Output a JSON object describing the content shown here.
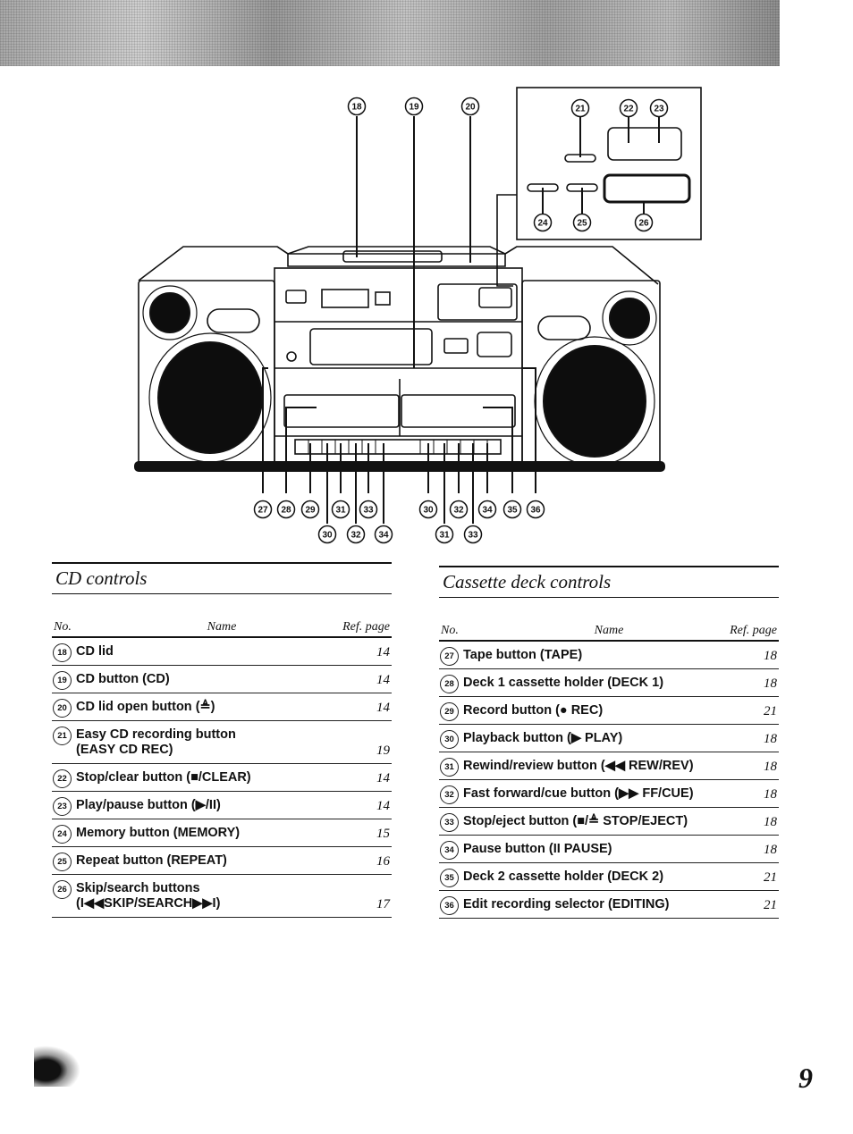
{
  "diagram": {
    "top_labels": [
      "18",
      "19",
      "20"
    ],
    "inset_labels": [
      "21",
      "22",
      "23",
      "24",
      "25",
      "26"
    ],
    "bottom_labels_row1": [
      "27",
      "28",
      "29",
      "31",
      "33",
      "30",
      "32",
      "34",
      "35",
      "36"
    ],
    "bottom_labels_row2": [
      "30",
      "32",
      "34",
      "31",
      "33"
    ]
  },
  "cd_controls": {
    "title": "CD controls",
    "headers": {
      "no": "No.",
      "name": "Name",
      "ref": "Ref. page"
    },
    "rows": [
      {
        "no": "18",
        "name": "CD lid",
        "ref": "14"
      },
      {
        "no": "19",
        "name": "CD button (CD)",
        "ref": "14"
      },
      {
        "no": "20",
        "name": "CD lid open button (≜)",
        "ref": "14"
      },
      {
        "no": "21",
        "name": "Easy CD recording button\n(EASY CD REC)",
        "ref": "19"
      },
      {
        "no": "22",
        "name": "Stop/clear button (■/CLEAR)",
        "ref": "14"
      },
      {
        "no": "23",
        "name": "Play/pause button (▶/II)",
        "ref": "14"
      },
      {
        "no": "24",
        "name": "Memory button (MEMORY)",
        "ref": "15"
      },
      {
        "no": "25",
        "name": "Repeat button (REPEAT)",
        "ref": "16"
      },
      {
        "no": "26",
        "name": "Skip/search buttons\n(I◀◀SKIP/SEARCH▶▶I)",
        "ref": "17"
      }
    ]
  },
  "cassette_controls": {
    "title": "Cassette deck controls",
    "headers": {
      "no": "No.",
      "name": "Name",
      "ref": "Ref. page"
    },
    "rows": [
      {
        "no": "27",
        "name": "Tape button (TAPE)",
        "ref": "18"
      },
      {
        "no": "28",
        "name": "Deck 1 cassette holder (DECK 1)",
        "ref": "18"
      },
      {
        "no": "29",
        "name": "Record button (● REC)",
        "ref": "21"
      },
      {
        "no": "30",
        "name": "Playback button (▶ PLAY)",
        "ref": "18"
      },
      {
        "no": "31",
        "name": "Rewind/review button (◀◀ REW/REV)",
        "ref": "18"
      },
      {
        "no": "32",
        "name": "Fast forward/cue button (▶▶ FF/CUE)",
        "ref": "18"
      },
      {
        "no": "33",
        "name": "Stop/eject button (■/≜ STOP/EJECT)",
        "ref": "18"
      },
      {
        "no": "34",
        "name": "Pause button (II PAUSE)",
        "ref": "18"
      },
      {
        "no": "35",
        "name": "Deck 2 cassette holder (DECK 2)",
        "ref": "21"
      },
      {
        "no": "36",
        "name": "Edit recording selector (EDITING)",
        "ref": "21"
      }
    ]
  },
  "page_number": "9"
}
